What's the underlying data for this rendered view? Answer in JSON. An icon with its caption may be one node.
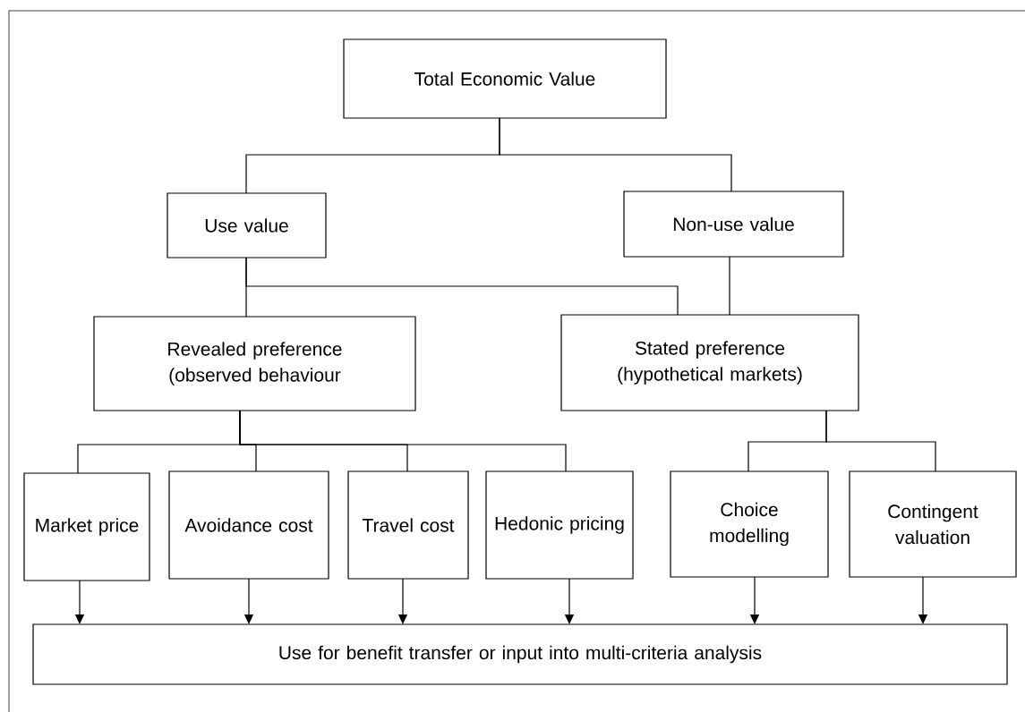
{
  "diagram": {
    "nodes": [
      {
        "text": [
          "Total Economic Value"
        ]
      },
      {
        "text": [
          "Use value"
        ]
      },
      {
        "text": [
          "Non-use value"
        ]
      },
      {
        "text": [
          "Revealed preference (observed behaviour"
        ]
      },
      {
        "text": [
          "Stated preference (hypothetical markets)"
        ]
      },
      {
        "text": [
          "Market price"
        ]
      },
      {
        "text": [
          "Avoidance cost"
        ]
      },
      {
        "text": [
          "Travel cost"
        ]
      },
      {
        "text": [
          "Hedonic pricing"
        ]
      },
      {
        "text": [
          "Choice modelling"
        ]
      },
      {
        "text": [
          "Contingent valuation"
        ]
      },
      {
        "text": [
          "Use for benefit transfer or input into multi-criteria analysis"
        ]
      }
    ],
    "edges": [
      {
        "from": 0,
        "to": 1,
        "arrow": "none"
      },
      {
        "from": 0,
        "to": 2,
        "arrow": "none"
      },
      {
        "from": 1,
        "to": 3,
        "arrow": "none"
      },
      {
        "from": 1,
        "to": 4,
        "arrow": "none"
      },
      {
        "from": 2,
        "to": 4,
        "arrow": "none"
      },
      {
        "from": 3,
        "to": 5,
        "arrow": "none"
      },
      {
        "from": 3,
        "to": 6,
        "arrow": "none"
      },
      {
        "from": 3,
        "to": 7,
        "arrow": "none"
      },
      {
        "from": 3,
        "to": 8,
        "arrow": "none"
      },
      {
        "from": 4,
        "to": 9,
        "arrow": "none"
      },
      {
        "from": 4,
        "to": 10,
        "arrow": "none"
      },
      {
        "from": 5,
        "to": 11,
        "arrow": "to"
      },
      {
        "from": 6,
        "to": 11,
        "arrow": "to"
      },
      {
        "from": 7,
        "to": 11,
        "arrow": "to"
      },
      {
        "from": 8,
        "to": 11,
        "arrow": "to"
      },
      {
        "from": 9,
        "to": 11,
        "arrow": "to"
      },
      {
        "from": 10,
        "to": 11,
        "arrow": "to"
      }
    ]
  }
}
